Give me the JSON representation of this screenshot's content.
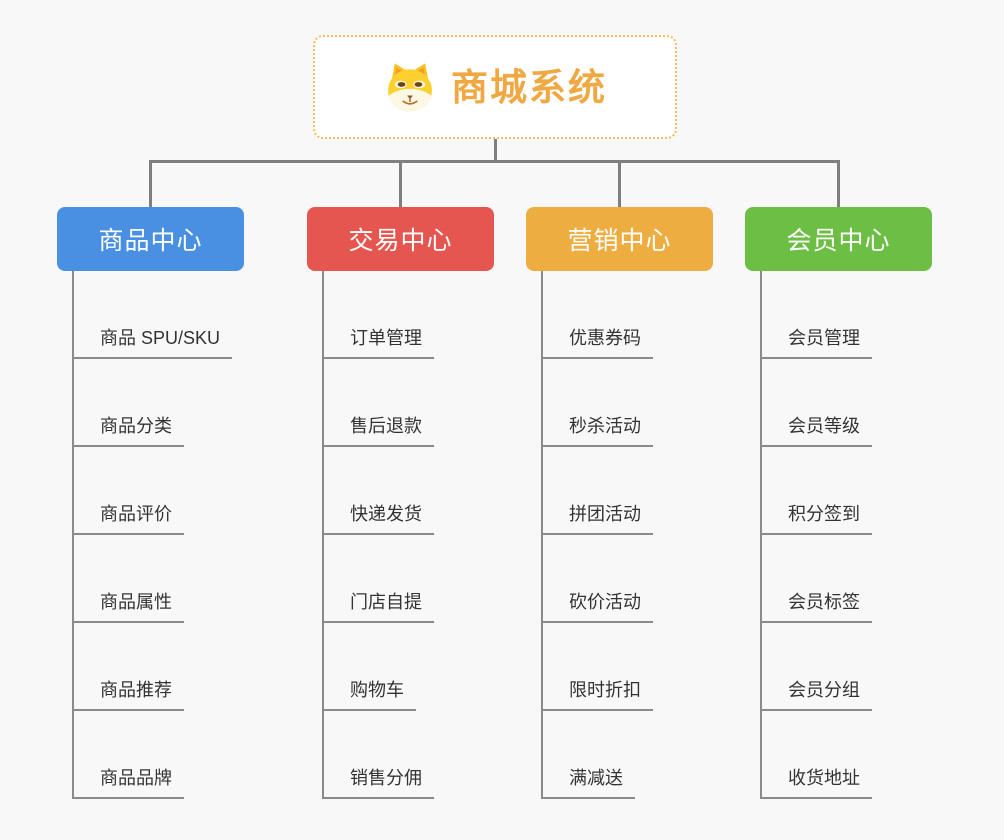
{
  "root": {
    "title": "商城系统",
    "icon": "shiba-dog-icon",
    "accent_color": "#f0a843",
    "border_color": "#f6bc5e",
    "background": "#ffffff"
  },
  "branches": [
    {
      "label": "商品中心",
      "color": "#4a90e2",
      "items": [
        "商品 SPU/SKU",
        "商品分类",
        "商品评价",
        "商品属性",
        "商品推荐",
        "商品品牌"
      ]
    },
    {
      "label": "交易中心",
      "color": "#e4564f",
      "items": [
        "订单管理",
        "售后退款",
        "快递发货",
        "门店自提",
        "购物车",
        "销售分佣"
      ]
    },
    {
      "label": "营销中心",
      "color": "#eead41",
      "items": [
        "优惠券码",
        "秒杀活动",
        "拼团活动",
        "砍价活动",
        "限时折扣",
        "满减送"
      ]
    },
    {
      "label": "会员中心",
      "color": "#6dbe45",
      "items": [
        "会员管理",
        "会员等级",
        "积分签到",
        "会员标签",
        "会员分组",
        "收货地址"
      ]
    }
  ],
  "style": {
    "connector_color": "#7f7f7f",
    "underline_color": "#8a8a8a",
    "item_text_color": "#333333",
    "page_background": "#f8f8f8"
  }
}
